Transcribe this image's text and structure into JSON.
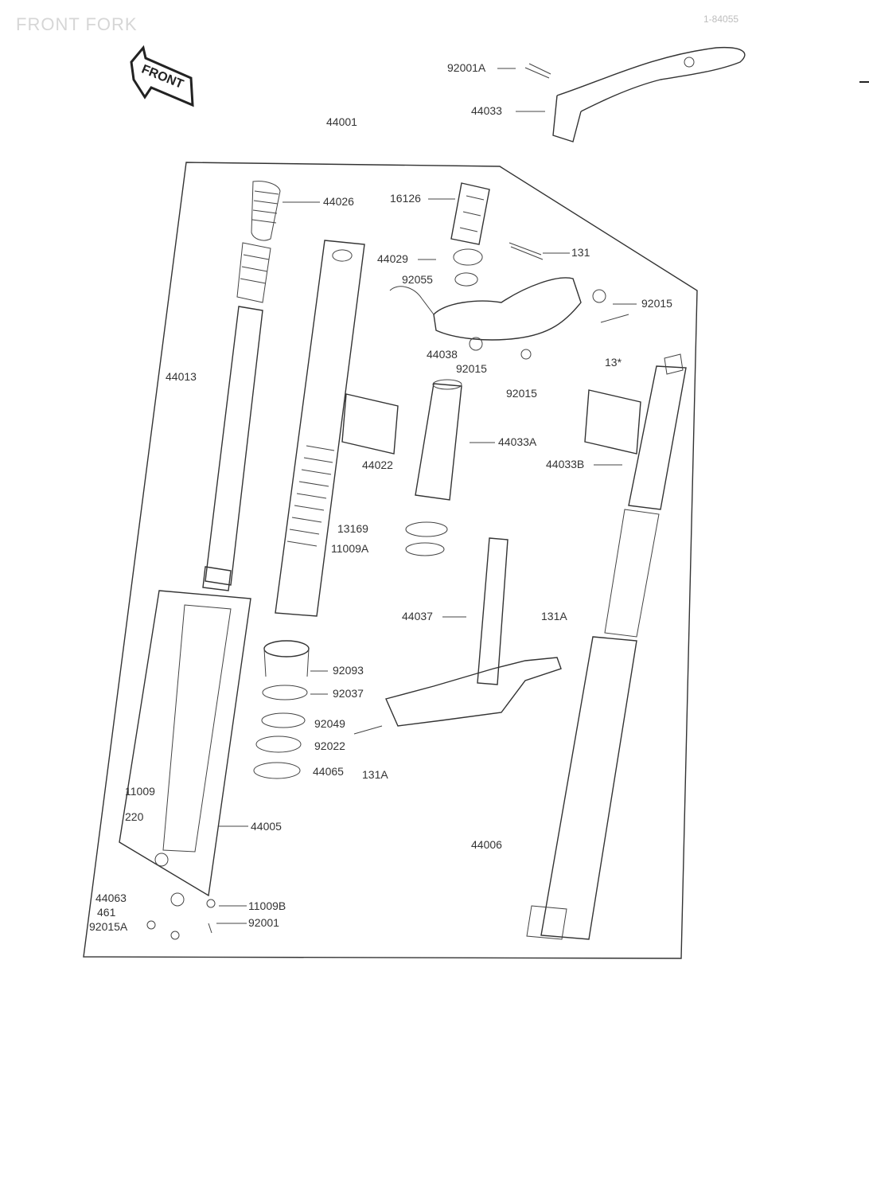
{
  "diagram": {
    "title": "FRONT FORK",
    "ref_code": "1-84055",
    "front_badge": "FRONT",
    "callouts": [
      {
        "id": "c-92001a",
        "label": "92001A"
      },
      {
        "id": "c-44033",
        "label": "44033"
      },
      {
        "id": "c-44001",
        "label": "44001"
      },
      {
        "id": "c-44026",
        "label": "44026"
      },
      {
        "id": "c-16126",
        "label": "16126"
      },
      {
        "id": "c-44029",
        "label": "44029"
      },
      {
        "id": "c-131-top",
        "label": "131"
      },
      {
        "id": "c-92055",
        "label": "92055"
      },
      {
        "id": "c-92015-r",
        "label": "92015"
      },
      {
        "id": "c-44013",
        "label": "44013"
      },
      {
        "id": "c-44038",
        "label": "44038"
      },
      {
        "id": "c-92015-m",
        "label": "92015"
      },
      {
        "id": "c-13-r",
        "label": "13*"
      },
      {
        "id": "c-92015-c",
        "label": "92015"
      },
      {
        "id": "c-44033a",
        "label": "44033A"
      },
      {
        "id": "c-44022",
        "label": "44022"
      },
      {
        "id": "c-44033b",
        "label": "44033B"
      },
      {
        "id": "c-13169",
        "label": "13169"
      },
      {
        "id": "c-11009a",
        "label": "11009A"
      },
      {
        "id": "c-44037",
        "label": "44037"
      },
      {
        "id": "c-131a-r",
        "label": "131A"
      },
      {
        "id": "c-92093",
        "label": "92093"
      },
      {
        "id": "c-92037",
        "label": "92037"
      },
      {
        "id": "c-92049",
        "label": "92049"
      },
      {
        "id": "c-92022",
        "label": "92022"
      },
      {
        "id": "c-44065",
        "label": "44065"
      },
      {
        "id": "c-131a-b",
        "label": "131A"
      },
      {
        "id": "c-11009",
        "label": "11009"
      },
      {
        "id": "c-220",
        "label": "220"
      },
      {
        "id": "c-44005",
        "label": "44005"
      },
      {
        "id": "c-44006",
        "label": "44006"
      },
      {
        "id": "c-44063",
        "label": "44063"
      },
      {
        "id": "c-461",
        "label": "461"
      },
      {
        "id": "c-92015a",
        "label": "92015A"
      },
      {
        "id": "c-11009b",
        "label": "11009B"
      },
      {
        "id": "c-92001",
        "label": "92001"
      }
    ]
  }
}
